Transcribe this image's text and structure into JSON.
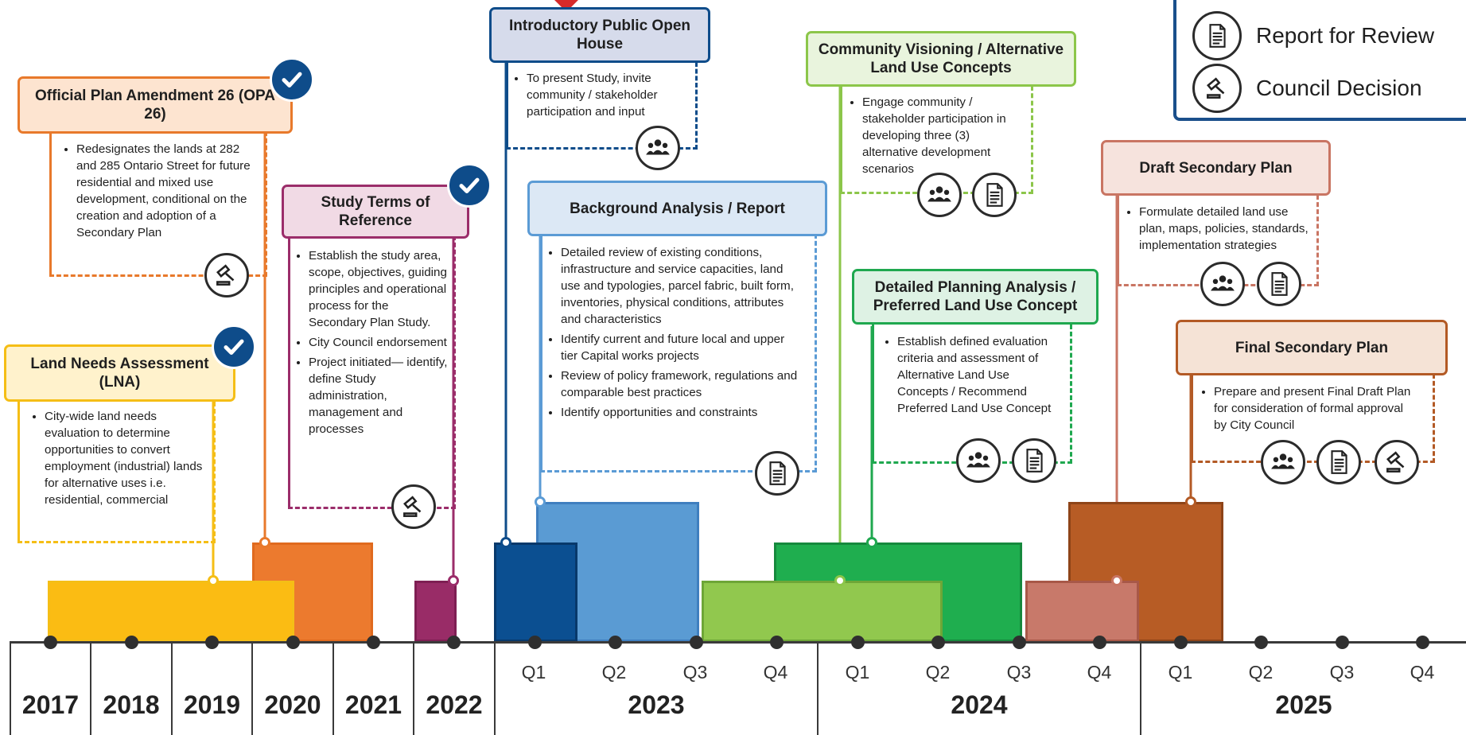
{
  "legend": {
    "items": [
      {
        "icon": "report-icon",
        "label": "Report for Review"
      },
      {
        "icon": "gavel-icon",
        "label": "Council Decision"
      }
    ]
  },
  "colors": {
    "opa": "#e8792b",
    "lna": "#f5be16",
    "tor": "#9b2d6a",
    "open_house": "#0e4c8a",
    "background": "#5b9bd5",
    "visioning": "#8cc64a",
    "detailed": "#1fa84f",
    "draft": "#c97563",
    "final": "#b35a25"
  },
  "phases": [
    {
      "id": "opa",
      "title": "Official Plan Amendment 26 (OPA 26)",
      "completed": true,
      "bullets": [
        "Redesignates the lands at 282 and 285 Ontario Street for future residential and mixed use development, conditional on the creation and adoption of a Secondary Plan"
      ],
      "icons": [
        "gavel-icon"
      ]
    },
    {
      "id": "lna",
      "title": "Land Needs Assessment (LNA)",
      "completed": true,
      "bullets": [
        "City-wide land needs evaluation to determine opportunities to convert employment (industrial) lands for alternative uses i.e. residential, commercial"
      ],
      "icons": []
    },
    {
      "id": "tor",
      "title": "Study Terms of Reference",
      "completed": true,
      "bullets": [
        "Establish the study area, scope, objectives, guiding principles and operational process for the Secondary Plan Study.",
        "City Council endorsement",
        "Project initiated— identify, define Study administration, management and processes"
      ],
      "icons": [
        "gavel-icon"
      ]
    },
    {
      "id": "open_house",
      "title": "Introductory Public Open House",
      "completed": false,
      "bullets": [
        "To present Study, invite community / stakeholder participation and input"
      ],
      "icons": [
        "community-icon"
      ]
    },
    {
      "id": "background",
      "title": "Background Analysis / Report",
      "completed": false,
      "bullets": [
        "Detailed review of existing conditions, infrastructure and service capacities, land use and typologies, parcel fabric, built form, inventories, physical conditions, attributes and characteristics",
        "Identify current and future local and upper tier Capital works projects",
        "Review of policy framework, regulations and comparable best practices",
        "Identify opportunities and constraints"
      ],
      "icons": [
        "report-icon"
      ]
    },
    {
      "id": "visioning",
      "title": "Community Visioning / Alternative Land Use Concepts",
      "completed": false,
      "bullets": [
        "Engage community / stakeholder participation in developing three (3) alternative development scenarios"
      ],
      "icons": [
        "community-icon",
        "report-icon"
      ]
    },
    {
      "id": "detailed",
      "title": "Detailed Planning Analysis / Preferred Land Use Concept",
      "completed": false,
      "bullets": [
        "Establish defined evaluation criteria and assessment of Alternative Land Use Concepts / Recommend Preferred Land Use Concept"
      ],
      "icons": [
        "community-icon",
        "report-icon"
      ]
    },
    {
      "id": "draft",
      "title": "Draft Secondary Plan",
      "completed": false,
      "bullets": [
        "Formulate detailed land use plan, maps, policies, standards, implementation strategies"
      ],
      "icons": [
        "community-icon",
        "report-icon"
      ]
    },
    {
      "id": "final",
      "title": "Final Secondary Plan",
      "completed": false,
      "bullets": [
        "Prepare and present Final Draft Plan for consideration of formal approval by City Council"
      ],
      "icons": [
        "community-icon",
        "report-icon",
        "gavel-icon"
      ]
    }
  ],
  "timeline": {
    "years": [
      "2017",
      "2018",
      "2019",
      "2020",
      "2021",
      "2022",
      "2023",
      "2024",
      "2025"
    ],
    "quarters": [
      "Q1",
      "Q2",
      "Q3",
      "Q4"
    ]
  }
}
